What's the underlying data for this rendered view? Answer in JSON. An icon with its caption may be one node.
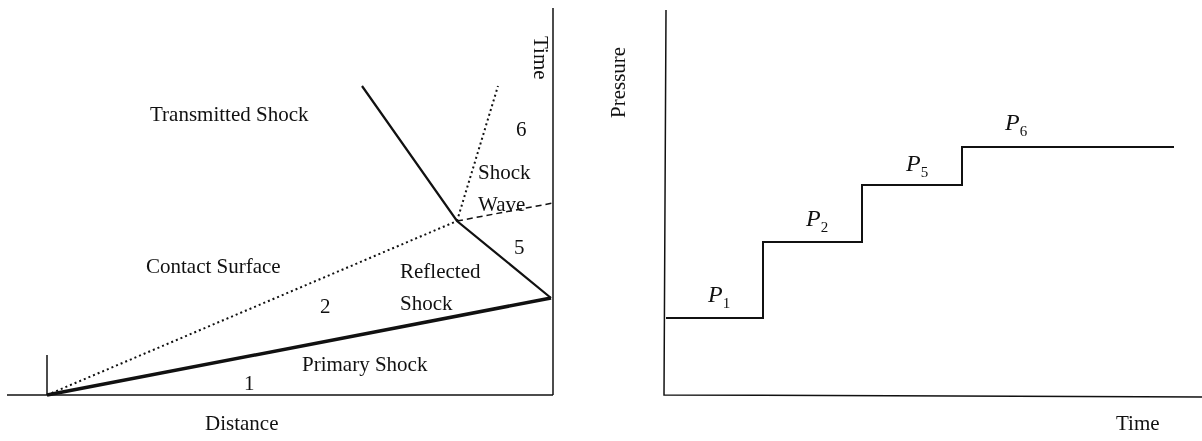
{
  "diagram": {
    "labels": [
      "Time",
      "Transmitted Shock",
      "6",
      "Shock Wave",
      "5",
      "Contact Surface",
      "Reflected Shock",
      "2",
      "Primary Shock",
      "1",
      "Distance",
      "Pressure",
      "*P*$_{6}$",
      "*P*$_{5}$",
      "*P*$_{2}$",
      "*P*$_{1}$",
      "Time"
    ]
  }
}
